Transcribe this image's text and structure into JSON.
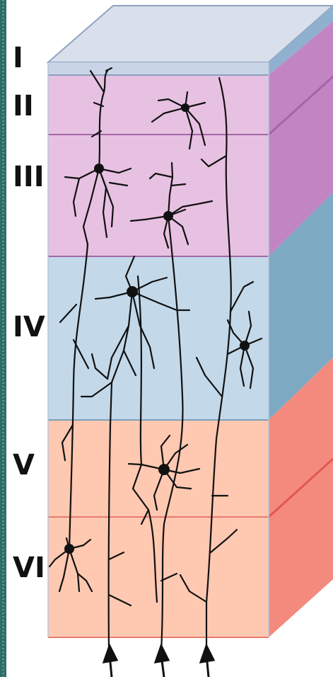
{
  "diagram": {
    "layers": [
      {
        "label": "I",
        "color": "#c9d5e6"
      },
      {
        "label": "II",
        "color": "#e7c1e2"
      },
      {
        "label": "III",
        "color": "#e7c1e2"
      },
      {
        "label": "IV",
        "color": "#c3d9ea"
      },
      {
        "label": "V",
        "color": "#ffc8b1"
      },
      {
        "label": "VI",
        "color": "#ffc8b1"
      }
    ],
    "colors": {
      "border_left": "#2e6e6a",
      "top_face": "#d9e0ec",
      "side_molecular": "#8fb0cf",
      "side_purple": "#c285c3",
      "side_blue": "#7ea9c2",
      "side_salmon": "#f48a7d",
      "neuron": "#111111"
    }
  }
}
